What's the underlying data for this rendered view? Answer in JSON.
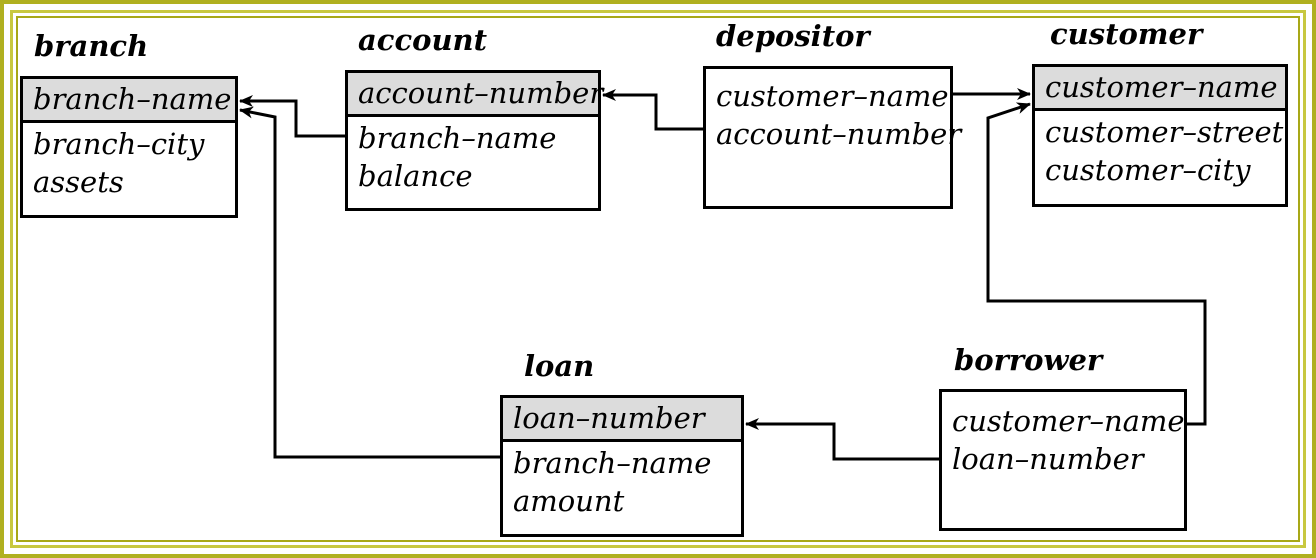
{
  "tables": {
    "branch": {
      "name": "branch",
      "key": "branch–name",
      "attributes": [
        "branch–city",
        "assets"
      ]
    },
    "account": {
      "name": "account",
      "key": "account–number",
      "attributes": [
        "branch–name",
        "balance"
      ]
    },
    "depositor": {
      "name": "depositor",
      "attributes": [
        "customer–name",
        "account–number"
      ]
    },
    "customer": {
      "name": "customer",
      "key": "customer–name",
      "attributes": [
        "customer–street",
        "customer–city"
      ]
    },
    "loan": {
      "name": "loan",
      "key": "loan–number",
      "attributes": [
        "branch–name",
        "amount"
      ]
    },
    "borrower": {
      "name": "borrower",
      "attributes": [
        "customer–name",
        "loan–number"
      ]
    }
  },
  "colors": {
    "key_fill": "#dcdcdc",
    "frame": "#b0b020",
    "line": "#000000"
  }
}
